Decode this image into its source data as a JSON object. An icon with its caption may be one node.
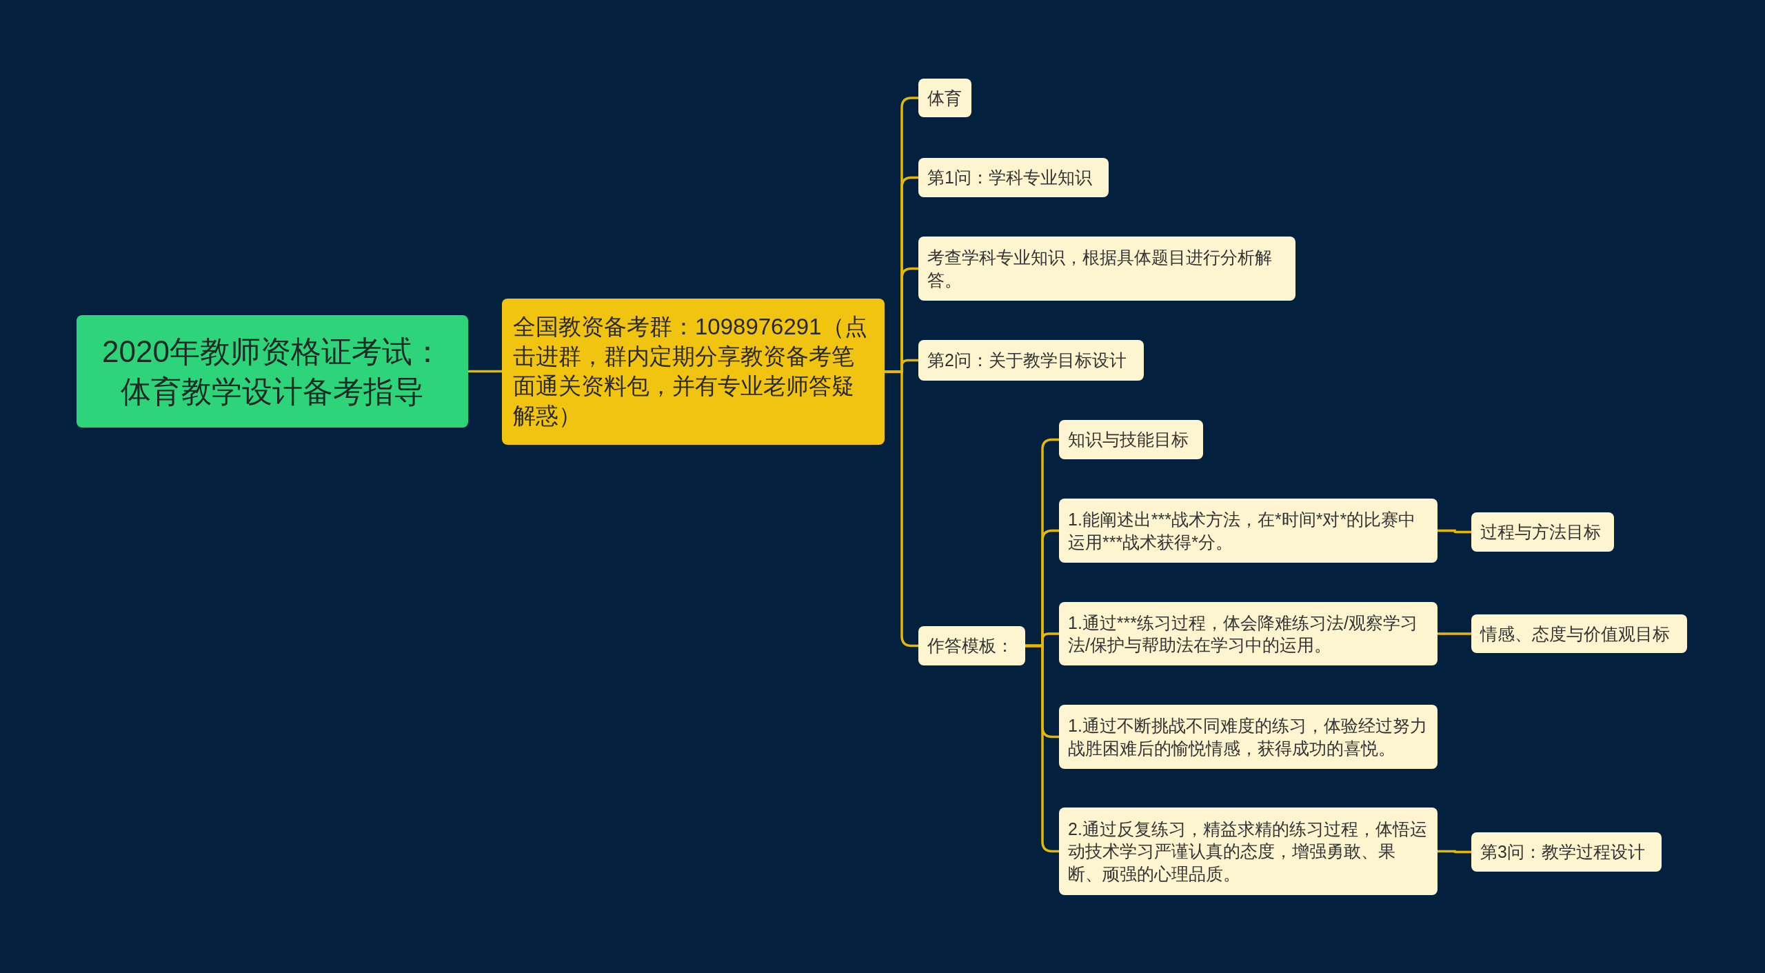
{
  "diagram": {
    "nodes": [
      {
        "text": [
          "2020年教师资格证考试：体育教学设计备考指导"
        ]
      },
      {
        "text": [
          "全国教资备考群：1098976291（点击进群，群内定期分享教资备考笔面通关资料包，并有专业老师答疑解惑）"
        ]
      },
      {
        "text": [
          "体育"
        ]
      },
      {
        "text": [
          "第1问：学科专业知识"
        ]
      },
      {
        "text": [
          "考查学科专业知识，根据具体题目进行分析解答。"
        ]
      },
      {
        "text": [
          "第2问：关于教学目标设计"
        ]
      },
      {
        "text": [
          "作答模板："
        ]
      },
      {
        "text": [
          "知识与技能目标"
        ]
      },
      {
        "text": [
          "1.能阐述出***战术方法，在*时间*对*的比赛中运用***战术获得*分。"
        ]
      },
      {
        "text": [
          "过程与方法目标"
        ]
      },
      {
        "text": [
          "1.通过***练习过程，体会降难练习法/观察学习法/保护与帮助法在学习中的运用。"
        ]
      },
      {
        "text": [
          "情感、态度与价值观目标"
        ]
      },
      {
        "text": [
          "1.通过不断挑战不同难度的练习，体验经过努力战胜困难后的愉悦情感，获得成功的喜悦。"
        ]
      },
      {
        "text": [
          "2.通过反复练习，精益求精的练习过程，体悟运动技术学习严谨认真的态度，增强勇敢、果断、顽强的心理品质。"
        ]
      },
      {
        "text": [
          "第3问：教学过程设计"
        ]
      }
    ],
    "edges": [
      {
        "from": 0,
        "to": 1,
        "arrow": "none"
      },
      {
        "from": 1,
        "to": 2,
        "arrow": "none"
      },
      {
        "from": 1,
        "to": 3,
        "arrow": "none"
      },
      {
        "from": 1,
        "to": 4,
        "arrow": "none"
      },
      {
        "from": 1,
        "to": 5,
        "arrow": "none"
      },
      {
        "from": 1,
        "to": 6,
        "arrow": "none"
      },
      {
        "from": 6,
        "to": 7,
        "arrow": "none"
      },
      {
        "from": 6,
        "to": 8,
        "arrow": "none"
      },
      {
        "from": 6,
        "to": 10,
        "arrow": "none"
      },
      {
        "from": 6,
        "to": 12,
        "arrow": "none"
      },
      {
        "from": 6,
        "to": 13,
        "arrow": "none"
      },
      {
        "from": 8,
        "to": 9,
        "arrow": "none"
      },
      {
        "from": 10,
        "to": 11,
        "arrow": "none"
      },
      {
        "from": 13,
        "to": 14,
        "arrow": "none"
      }
    ]
  }
}
